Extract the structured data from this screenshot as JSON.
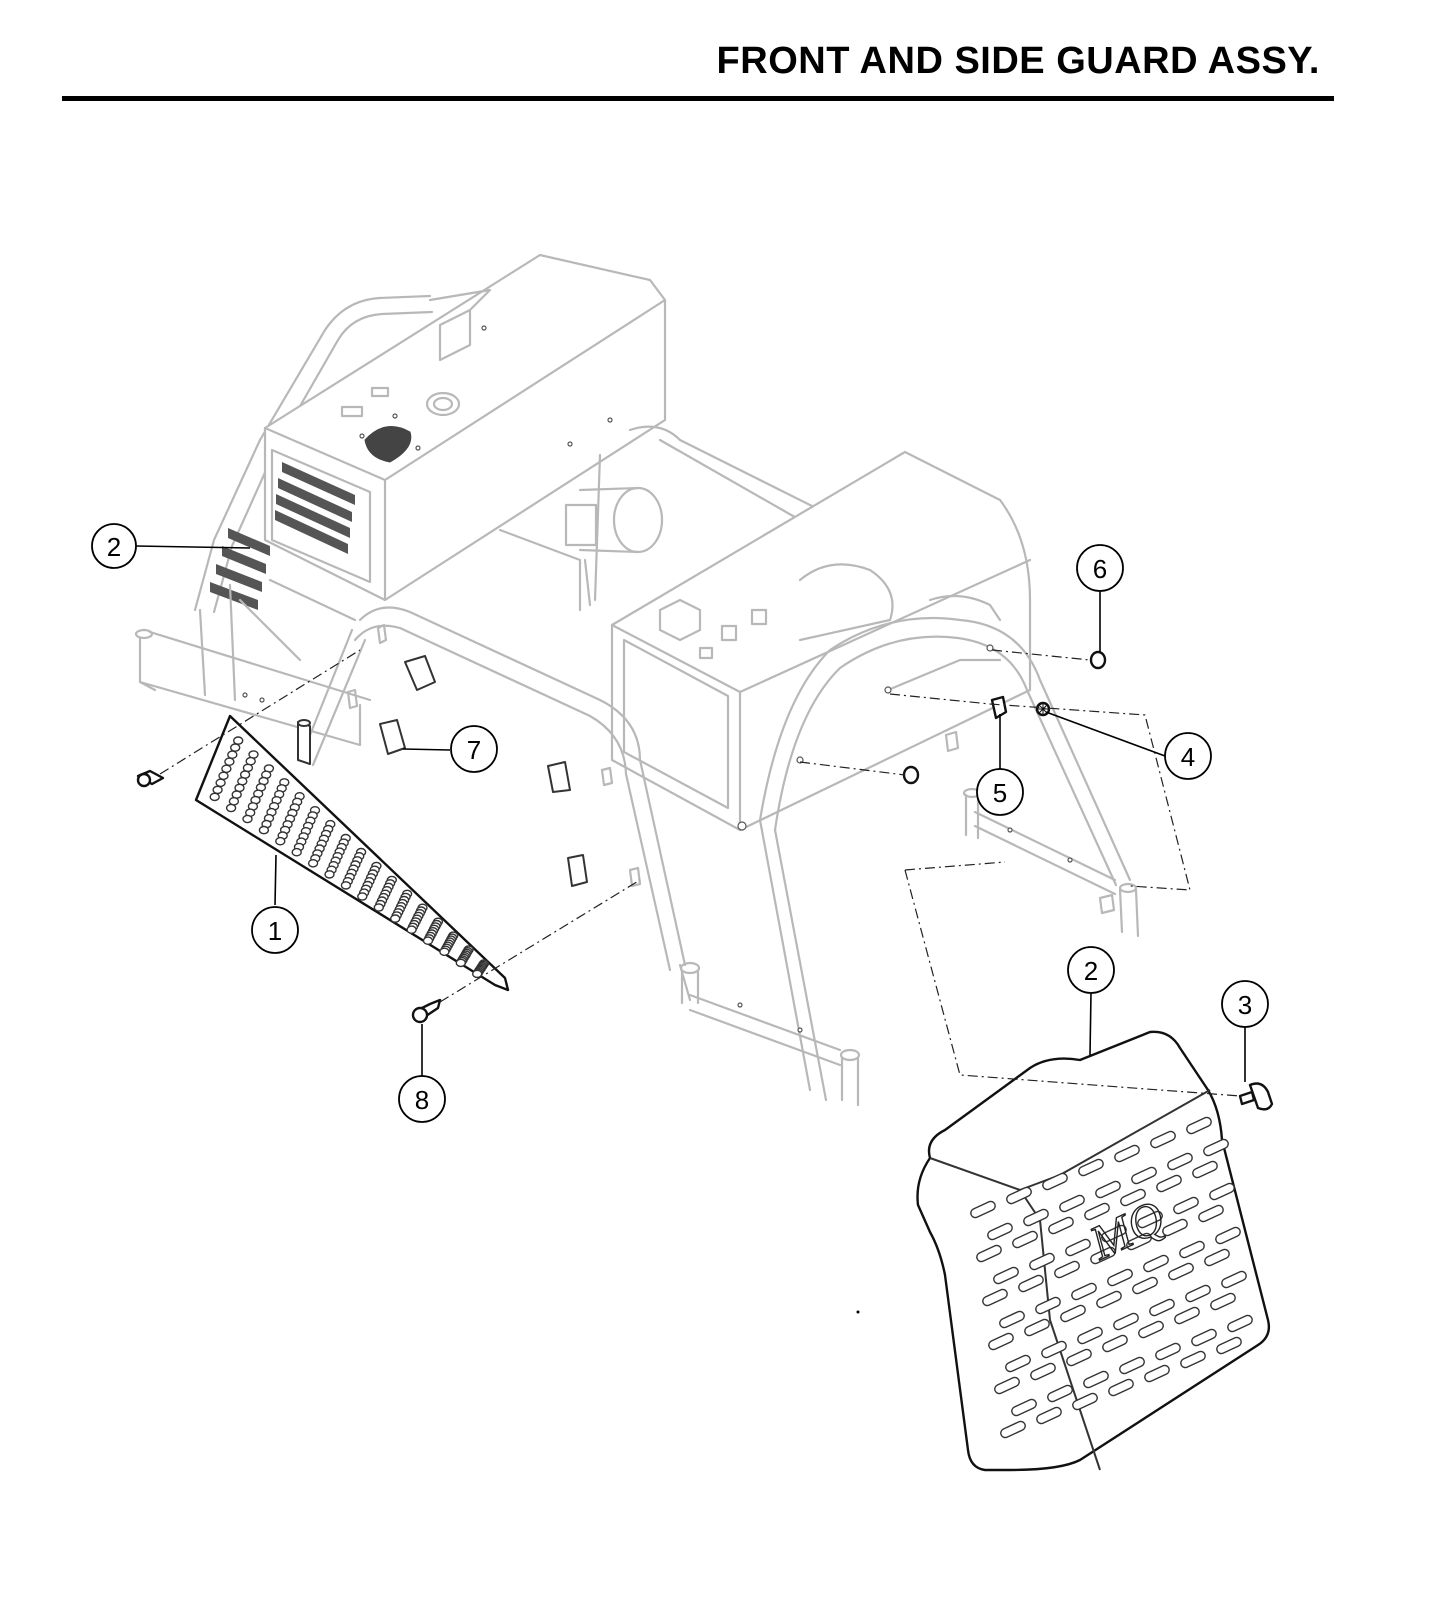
{
  "title": "FRONT AND SIDE GUARD ASSY.",
  "callouts": [
    {
      "id": "c1",
      "label": "1"
    },
    {
      "id": "c2a",
      "label": "2"
    },
    {
      "id": "c2b",
      "label": "2"
    },
    {
      "id": "c3",
      "label": "3"
    },
    {
      "id": "c4",
      "label": "4"
    },
    {
      "id": "c5",
      "label": "5"
    },
    {
      "id": "c6",
      "label": "6"
    },
    {
      "id": "c7",
      "label": "7"
    },
    {
      "id": "c8",
      "label": "8"
    }
  ]
}
